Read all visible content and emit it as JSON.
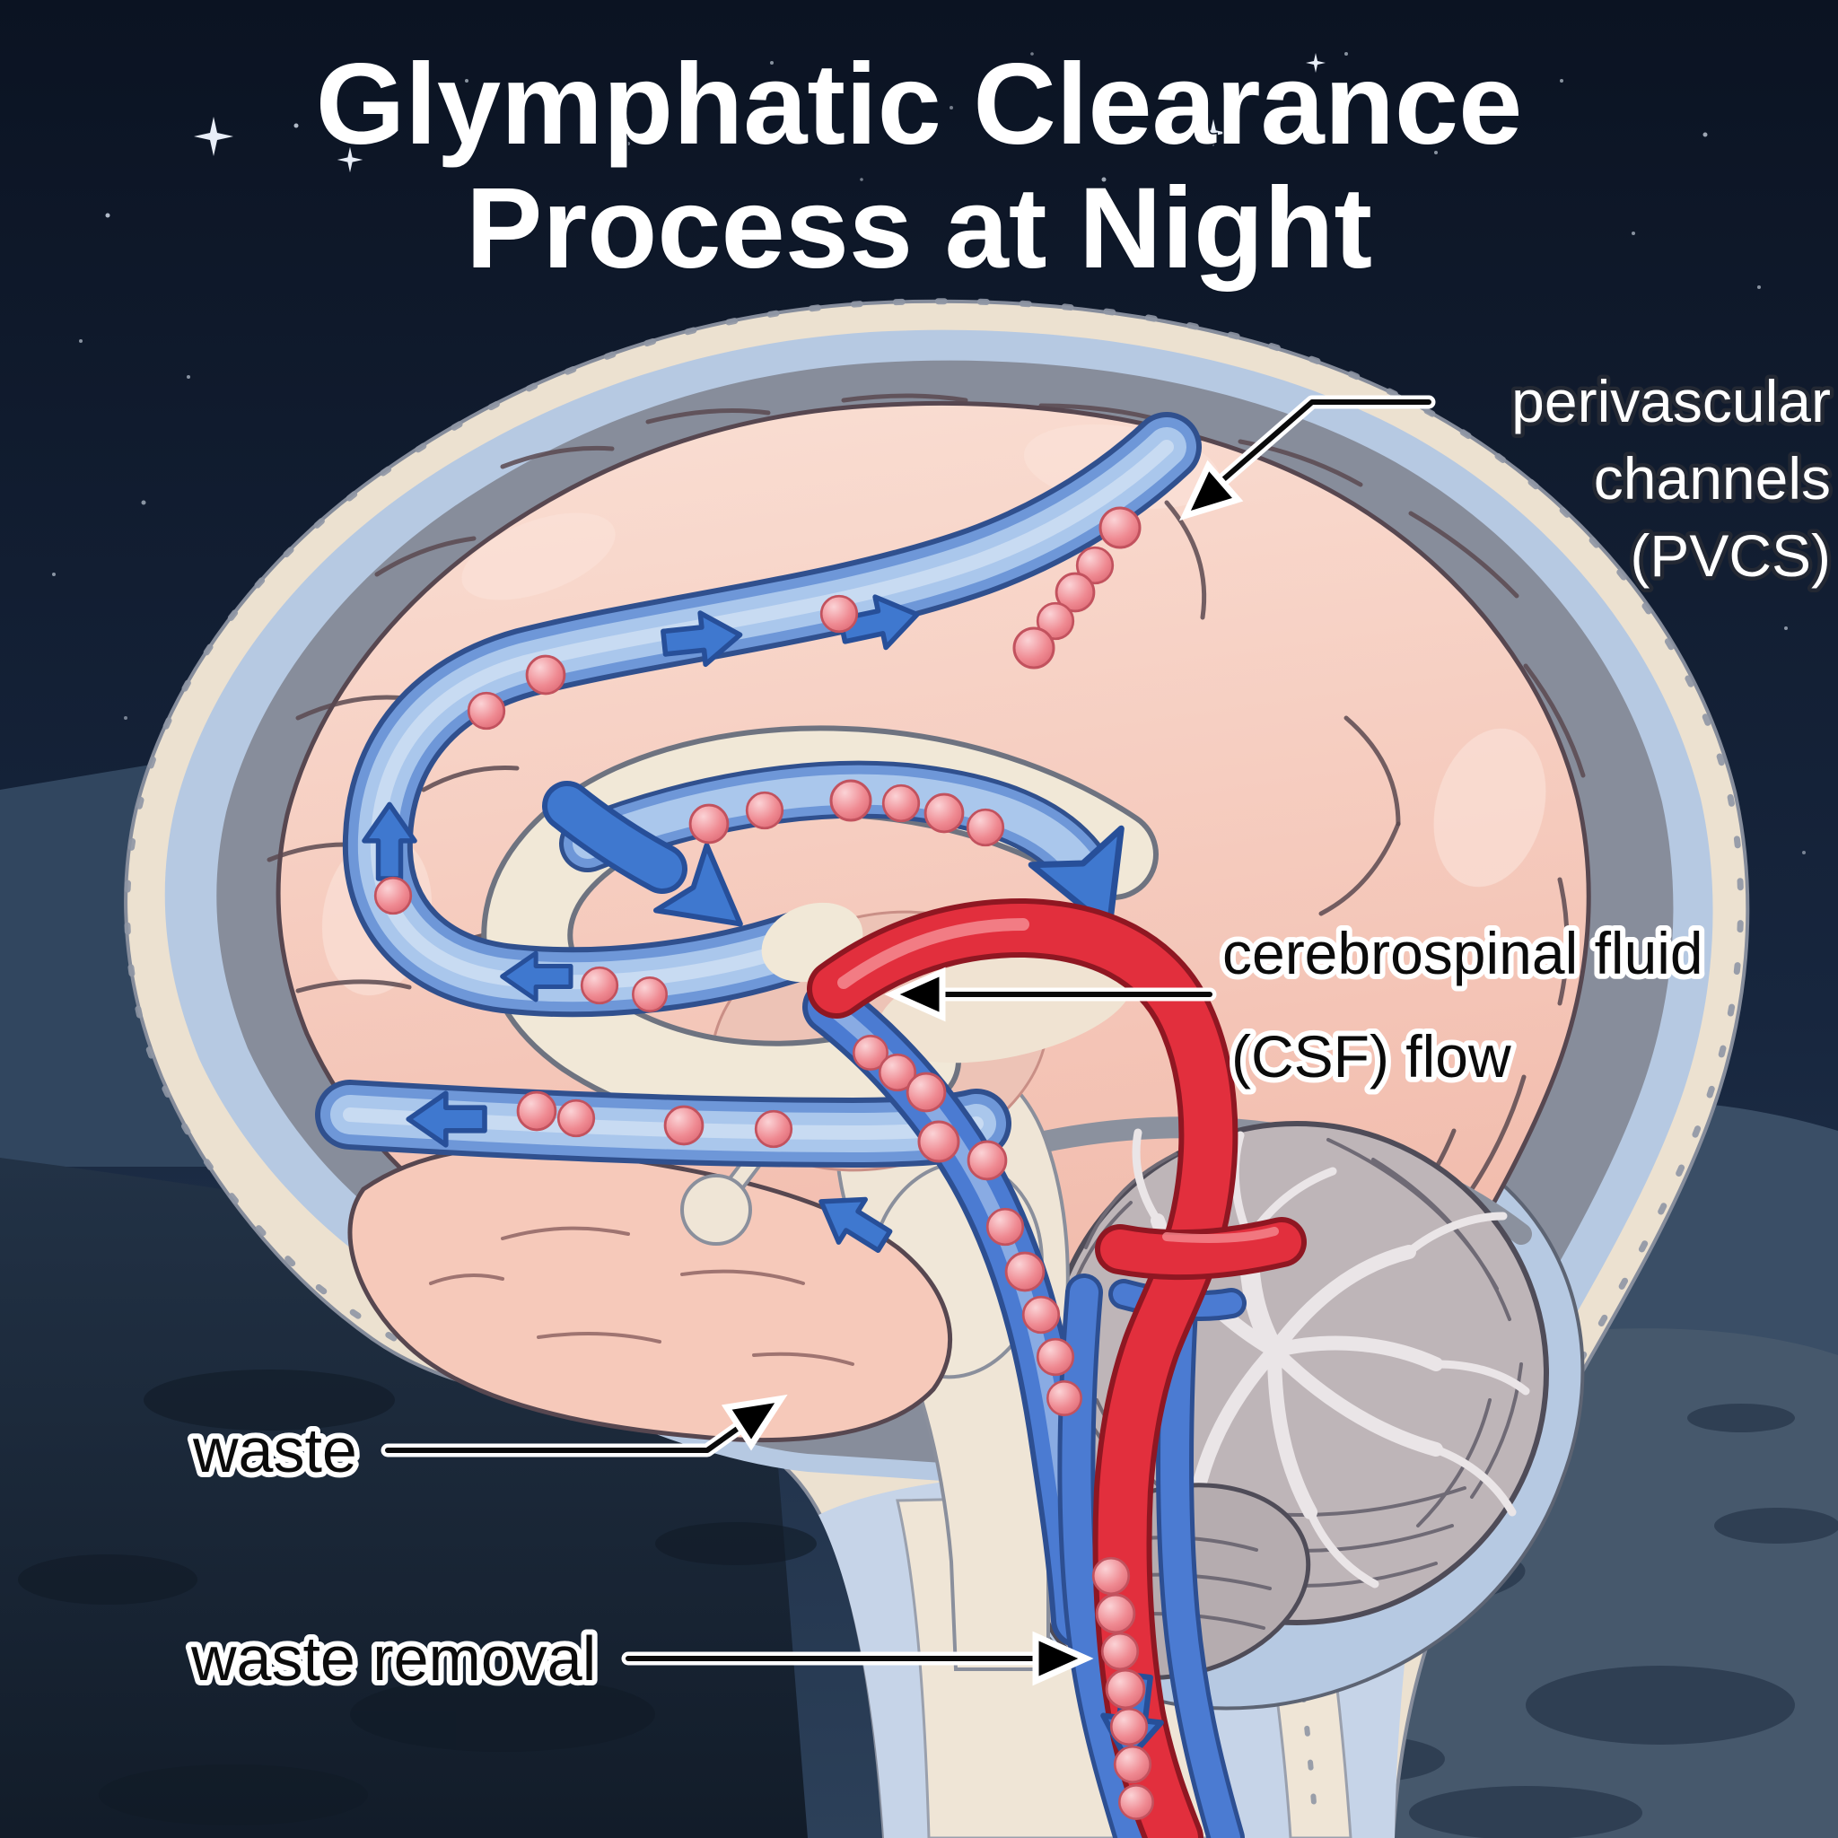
{
  "title": {
    "line1": "Glymphatic Clearance",
    "line2": "Process at Night"
  },
  "labels": {
    "pvcs": {
      "line1": "perivascular",
      "line2": "channels",
      "line3": "(PVCS)"
    },
    "csf": {
      "line1": "cerebrospinal fluid",
      "line2": "(CSF) flow"
    },
    "waste": "waste",
    "waste_removal": "waste removal"
  },
  "icons": {
    "flow_arrow_icon": "➤",
    "leader_arrow_icon": "→",
    "waste_particle_icon": "●",
    "star_icon": "✦"
  },
  "colors": {
    "sky_top": "#0b1322",
    "sky_bottom": "#2c4059",
    "moon_surface": "#46586c",
    "skull_cream": "#ece1d0",
    "csf_blue_layer": "#b6c9e2",
    "dura_gray": "#878d9b",
    "cortex_pink": "#f6cdbf",
    "white_matter_cream": "#f1e8d7",
    "channel_blue": "#5b86cf",
    "flow_arrow_blue": "#3f78cf",
    "artery_red": "#e22f3d",
    "vein_blue": "#4b7bd2",
    "waste_particle_pink": "#ef8a92",
    "cerebellum_gray": "#beb5b8",
    "label_text_dark": "#0b0b0b",
    "label_text_light": "#ffffff"
  }
}
